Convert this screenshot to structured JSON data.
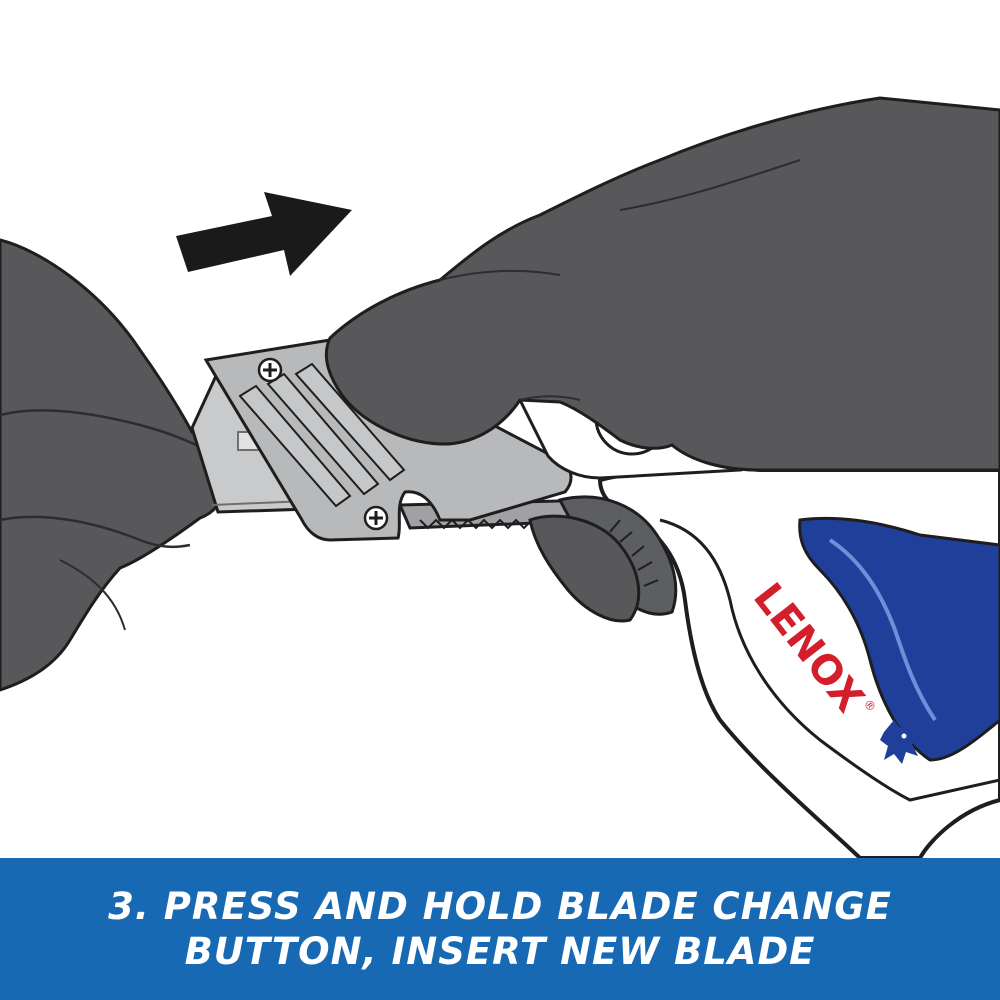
{
  "instruction": {
    "line1": "3. PRESS AND HOLD BLADE CHANGE",
    "line2": "BUTTON, INSERT NEW BLADE"
  },
  "brand": {
    "logo_text": "LENOX",
    "logo_mark": "®"
  },
  "icons": {
    "arrow": "arrow-right-icon",
    "mascot": "wolverine-logo-icon"
  },
  "colors": {
    "banner": "#1769b3",
    "glove": "#58585b",
    "glove_dark": "#3f3f42",
    "blade_holder": "#b8b9bb",
    "handle_blue": "#1f3f9a",
    "logo_red": "#d21f2b",
    "outline": "#1e1e1e"
  }
}
